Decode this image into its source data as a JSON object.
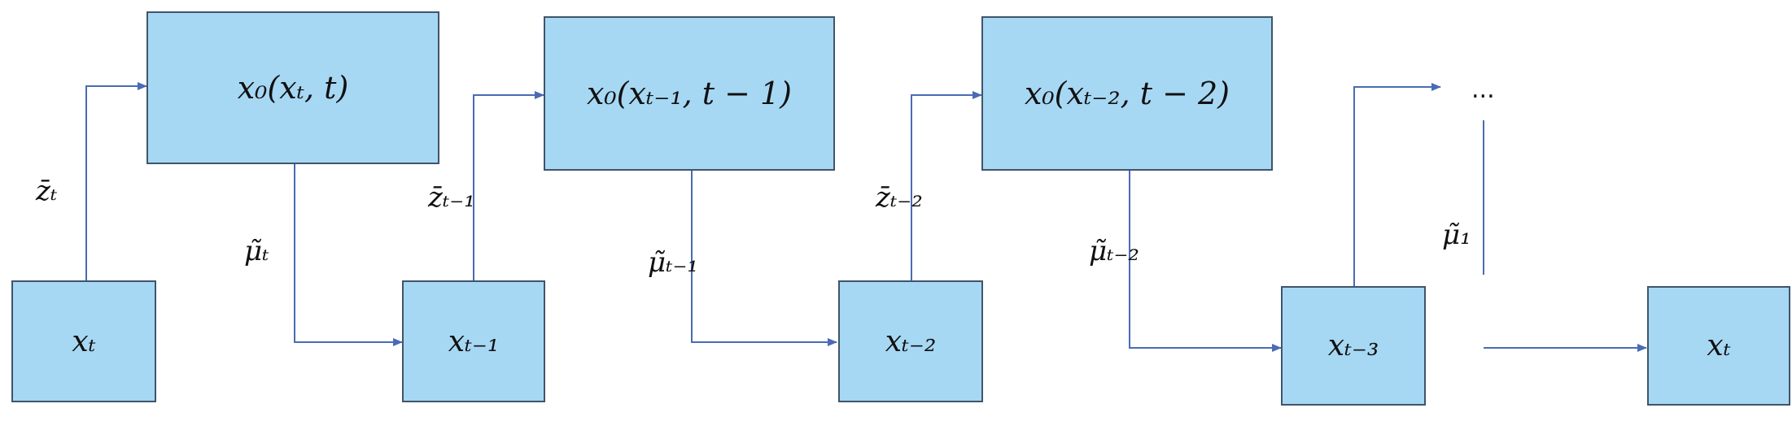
{
  "nodes": {
    "x0_t": "x₀(xₜ, t)",
    "x0_t_minus_1": "x₀(xₜ₋₁, t − 1)",
    "x0_t_minus_2": "x₀(xₜ₋₂, t − 2)",
    "x_t": "xₜ",
    "x_t_minus_1": "xₜ₋₁",
    "x_t_minus_2": "xₜ₋₂",
    "x_t_minus_3": "xₜ₋₃",
    "x_t_end": "xₜ"
  },
  "edge_labels": {
    "z_t": "z̄ₜ",
    "mu_t": "μ̃ₜ",
    "z_t_minus_1": "z̄ₜ₋₁",
    "mu_t_minus_1": "μ̃ₜ₋₁",
    "z_t_minus_2": "z̄ₜ₋₂",
    "mu_t_minus_2": "μ̃ₜ₋₂",
    "mu_1": "μ̃₁"
  },
  "ellipsis": "...",
  "colors": {
    "box_fill": "#a6d8f4",
    "box_border": "#41546a",
    "arrow": "#4a6bb5"
  }
}
